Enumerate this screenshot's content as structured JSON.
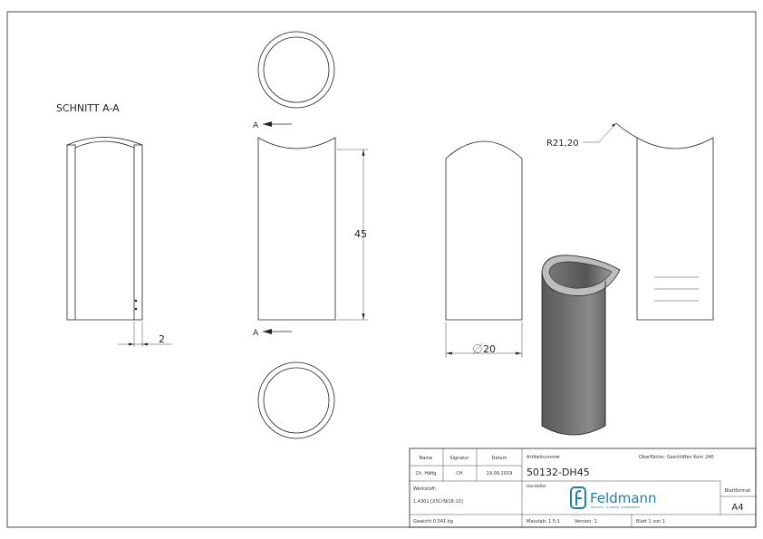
{
  "drawing": {
    "section_label": "SCHNITT A-A",
    "section_marker": "A",
    "dimensions": {
      "height": "45",
      "diameter": "20",
      "wall": "2",
      "radius": "R21,20"
    }
  },
  "title_block": {
    "name_header": "Name",
    "signature_header": "Signatur",
    "date_header": "Datum",
    "name": "Ch. Häfig",
    "signature": "CH",
    "date": "19.09.2019",
    "article_label": "Artikelnummer",
    "article_number": "50132-DH45",
    "surface": "Oberfläche:  Geschliffen Korn 240",
    "material_label": "Werkstoff:",
    "material": "1.4301 [X5CrNi18-10]",
    "manufacturer_label": "Hersteller",
    "logo_text": "Feldmann",
    "logo_tagline": "EDELSTAHL · ALUMINIUM · SCHMIEDEEISEN",
    "logo_color": "#1f7fa6",
    "format_label": "Blattformat",
    "format": "A4",
    "weight": "Gewicht 0.041 kg",
    "scale": "Masstab: 1.5:1",
    "version": "Version: 1",
    "sheet": "Blatt 1 von 1"
  }
}
